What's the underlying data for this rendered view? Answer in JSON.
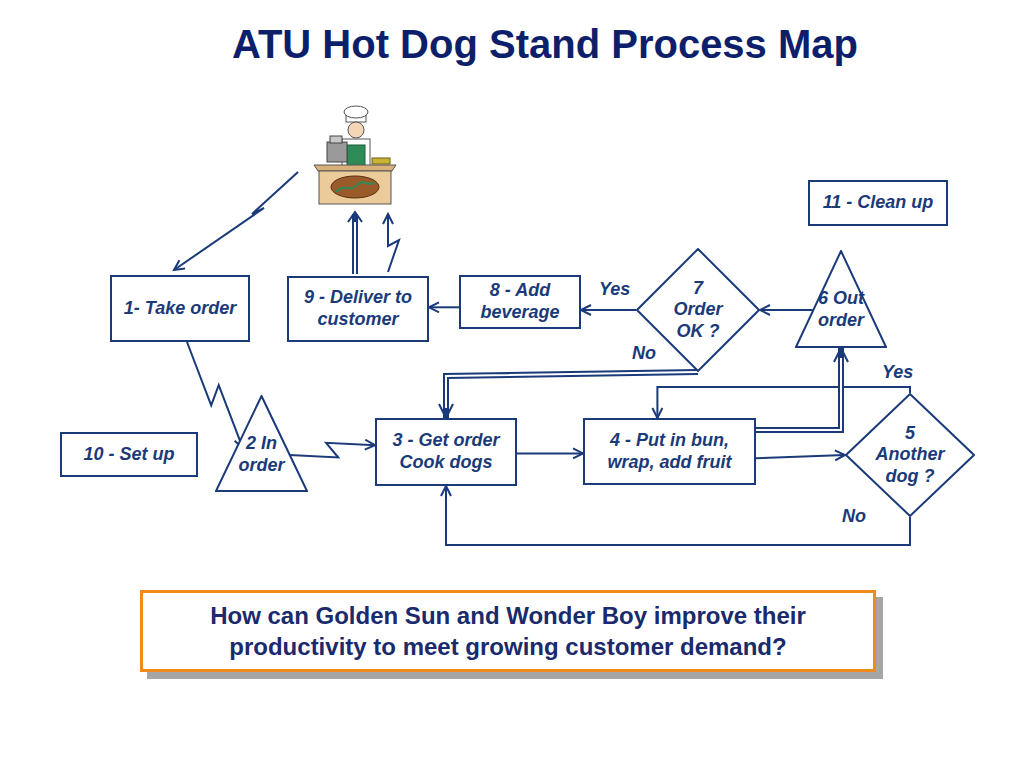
{
  "diagram": {
    "title": "ATU Hot Dog Stand Process Map",
    "caption": "How can Golden Sun and Wonder Boy improve their productivity to meet growing customer demand?",
    "nodes": [
      {
        "text": [
          "1- Take order"
        ]
      },
      {
        "text": [
          "9 - Deliver to customer"
        ]
      },
      {
        "text": [
          "8 - Add beverage"
        ]
      },
      {
        "text": [
          "7 Order OK ?"
        ]
      },
      {
        "text": [
          "6 Out order"
        ]
      },
      {
        "text": [
          "11 - Clean up"
        ]
      },
      {
        "text": [
          "10 - Set up"
        ]
      },
      {
        "text": [
          "2 In order"
        ]
      },
      {
        "text": [
          "3 - Get order Cook dogs"
        ]
      },
      {
        "text": [
          "4 - Put in bun, wrap, add fruit"
        ]
      },
      {
        "text": [
          "5 Another dog ?"
        ]
      }
    ],
    "edges": [
      {
        "from": 0,
        "to": 7,
        "arrow": "to"
      },
      {
        "from": 7,
        "to": 8,
        "arrow": "to"
      },
      {
        "from": 8,
        "to": 9,
        "arrow": "to"
      },
      {
        "from": 9,
        "to": 10,
        "arrow": "to"
      },
      {
        "from": 10,
        "to": 9,
        "label": "Yes",
        "arrow": "to"
      },
      {
        "from": 10,
        "to": 8,
        "label": "No",
        "arrow": "to"
      },
      {
        "from": 9,
        "to": 4,
        "arrow": "to"
      },
      {
        "from": 4,
        "to": 3,
        "arrow": "to"
      },
      {
        "from": 3,
        "to": 2,
        "label": "Yes",
        "arrow": "to"
      },
      {
        "from": 3,
        "to": 8,
        "label": "No",
        "arrow": "to"
      },
      {
        "from": 2,
        "to": 1,
        "arrow": "to"
      }
    ]
  }
}
